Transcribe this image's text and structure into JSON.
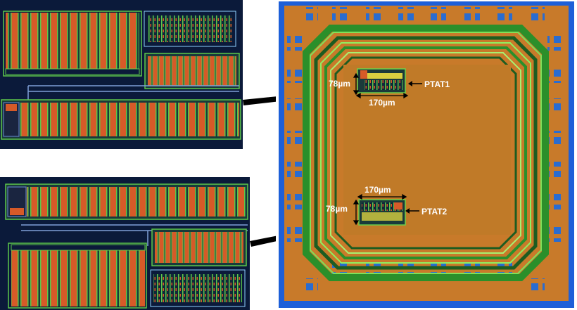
{
  "labels": {
    "ptat1": "PTAT1",
    "ptat2": "PTAT2",
    "dim_h1": "78µm",
    "dim_w1": "170µm",
    "dim_h2": "78µm",
    "dim_w2": "170µm"
  },
  "colors": {
    "background": "#ffffff",
    "layout_bg": "#0b1a3a",
    "resistor_orange": "#d65a28",
    "metal_green": "#5cc84a",
    "poly_yellow": "#d8d040",
    "chip_frame": "#1d5fd8",
    "pad_ring_orange": "#c87a2a",
    "core_brown": "#c07a28",
    "seal_ring": "#2b8f2a",
    "arrow": "#000000"
  },
  "icons": {
    "layout_arrow_1": "arrow-right-icon",
    "layout_arrow_2": "arrow-right-icon",
    "label_arrow_1": "arrow-left-icon",
    "label_arrow_2": "arrow-left-icon"
  }
}
